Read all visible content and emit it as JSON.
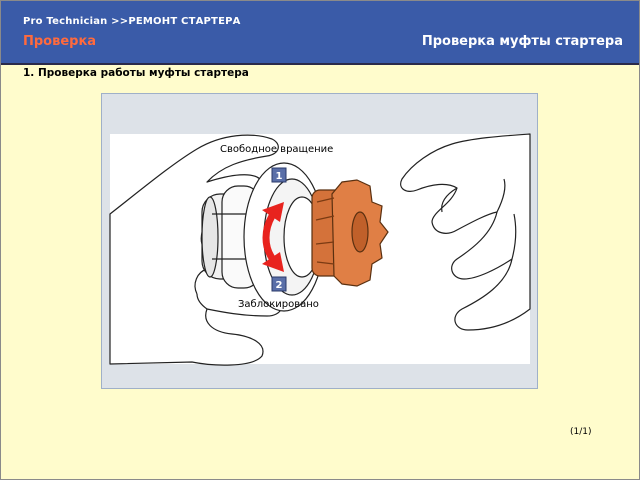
{
  "header": {
    "breadcrumb": "Pro  Technician >>РЕМОНТ СТАРТЕРА",
    "section_left": "Проверка",
    "section_right": "Проверка муфты стартера"
  },
  "content": {
    "step_title": "1. Проверка работы муфты стартера",
    "figure": {
      "label_free": "Свободное вращение",
      "label_locked": "Заблокировано",
      "marker_1": "1",
      "marker_2": "2"
    }
  },
  "footer": {
    "page_counter": "(1/1)"
  },
  "colors": {
    "header_bg": "#3a5ba8",
    "accent": "#ff6a3d",
    "page_bg": "#fffccc",
    "gear": "#e07f45",
    "arrow": "#e8231e",
    "marker": "#5a6fa8"
  },
  "icons": [
    "left-hand-icon",
    "right-hand-icon",
    "clutch-housing-icon",
    "pinion-gear-icon",
    "rotation-arrow-icon"
  ]
}
